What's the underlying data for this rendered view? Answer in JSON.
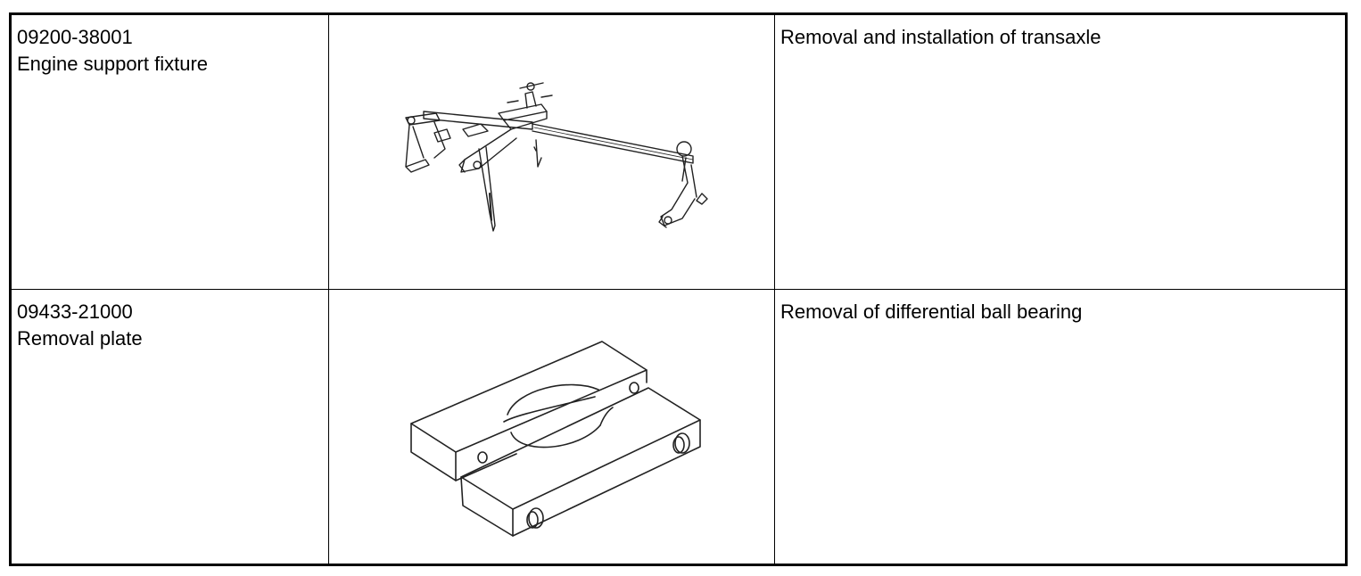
{
  "tools": [
    {
      "part_number": "09200-38001",
      "name": "Engine support fixture",
      "illustration": "engine-support-fixture-illustration",
      "use": "Removal and installation of transaxle"
    },
    {
      "part_number": "09433-21000",
      "name": "Removal plate",
      "illustration": "removal-plate-illustration",
      "use": "Removal of differential ball bearing"
    }
  ]
}
